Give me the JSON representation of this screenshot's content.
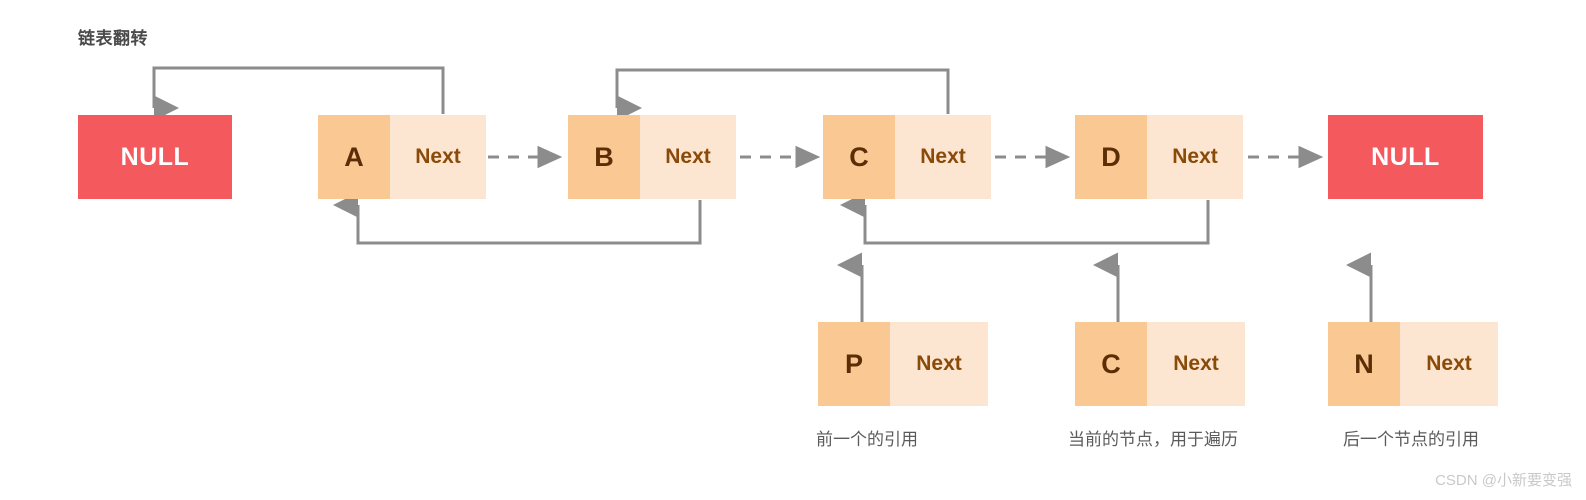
{
  "title": "链表翻转",
  "watermark": "CSDN @小新要变强",
  "colors": {
    "null_bg": "#F4595E",
    "null_text": "#FFFFFF",
    "node_key_bg": "#FAC893",
    "node_key_text": "#5C2E06",
    "node_next_bg": "#FCE6D2",
    "node_next_text": "#8A4A08",
    "arrow": "#8C8C8C",
    "title_text": "#4A4A4A",
    "label_text": "#5B5B5B",
    "watermark_text": "#C9C9C9",
    "page_bg": "#FFFFFF"
  },
  "list": {
    "head_null": {
      "label": "NULL"
    },
    "tail_null": {
      "label": "NULL"
    },
    "nodes": [
      {
        "key": "A",
        "next_label": "Next"
      },
      {
        "key": "B",
        "next_label": "Next"
      },
      {
        "key": "C",
        "next_label": "Next"
      },
      {
        "key": "D",
        "next_label": "Next"
      }
    ]
  },
  "pointers": [
    {
      "key": "P",
      "next_label": "Next",
      "caption": "前一个的引用"
    },
    {
      "key": "C",
      "next_label": "Next",
      "caption": "当前的节点，用于遍历"
    },
    {
      "key": "N",
      "next_label": "Next",
      "caption": "后一个节点的引用"
    }
  ]
}
